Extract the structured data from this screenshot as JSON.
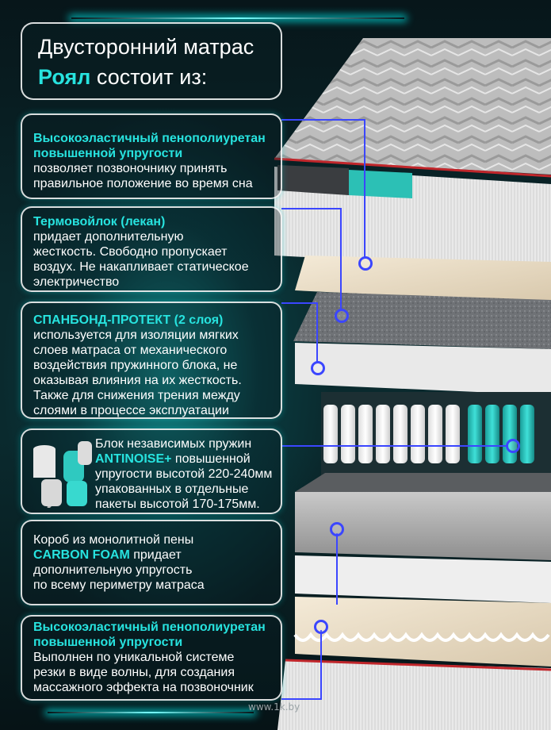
{
  "header": {
    "title_line1": "Двусторонний матрас",
    "brand": "Роял",
    "title_line2_rest": " состоит из:"
  },
  "layers": [
    {
      "highlight_lines": [
        "Высокоэластичный пенополиуретан",
        "повышенной упругости"
      ],
      "body_lines": [
        "позволяет позвоночнику принять",
        "правильное положение во время сна"
      ]
    },
    {
      "highlight_lines": [
        "Термовойлок (лекан)"
      ],
      "body_lines": [
        "придает дополнительную",
        "жесткость. Свободно пропускает",
        "воздух. Не накапливает статическое",
        "электричество"
      ]
    },
    {
      "highlight_lines": [
        "СПАНБОНД-ПРОТЕКТ (2 слоя)"
      ],
      "body_lines": [
        "используется для изоляции мягких",
        "слоев матраса от механического",
        "воздействия пружинного блока, не",
        "оказывая влияния на их жесткость.",
        "Также для снижения трения между",
        "слоями в процессе эксплуатации"
      ]
    },
    {
      "line1": "Блок независимых пружин",
      "highlight": "ANTINOISE+",
      "line2_rest": " повышенной",
      "body_lines": [
        "упругости высотой 220-240мм",
        "упакованных в отдельные",
        "пакеты высотой 170-175мм."
      ]
    },
    {
      "line1": "Короб из монолитной пены",
      "highlight": "CARBON FOAM",
      "line2_rest": " придает",
      "body_lines": [
        "дополнительную упругость",
        "по всему периметру матраса"
      ]
    },
    {
      "highlight_lines": [
        "Высокоэластичный пенополиуретан",
        "повышенной упругости"
      ],
      "body_lines": [
        "Выполнен по уникальной системе",
        "резки в виде волны, для создания",
        "массажного эффекта на позвоночник"
      ]
    }
  ],
  "watermark": "www.1k.by",
  "colors": {
    "accent": "#27e3df",
    "connector": "#3b46ff",
    "background": "#0a2a2e",
    "piping": "#c0262b"
  }
}
